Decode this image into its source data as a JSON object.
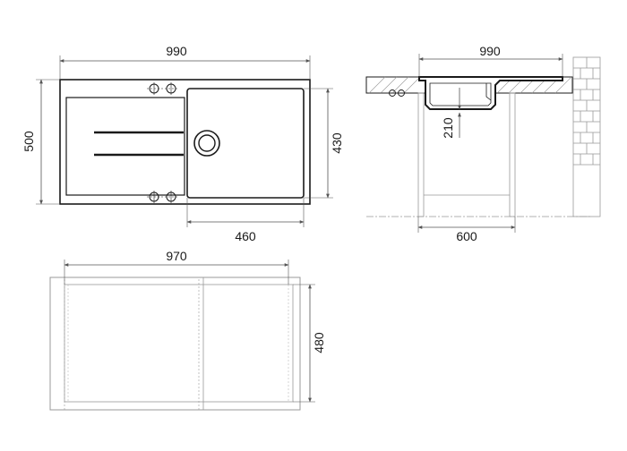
{
  "top_view": {
    "width_label": "990",
    "height_label": "500",
    "bowl_height_label": "430",
    "bowl_width_label": "460"
  },
  "side_view": {
    "width_label": "990",
    "depth_label": "210",
    "cabinet_label": "600"
  },
  "cutout_view": {
    "width_label": "970",
    "height_label": "480"
  },
  "colors": {
    "line": "#1a1a1a",
    "dim_line": "#555555",
    "light_line": "#999999",
    "background": "#ffffff"
  }
}
